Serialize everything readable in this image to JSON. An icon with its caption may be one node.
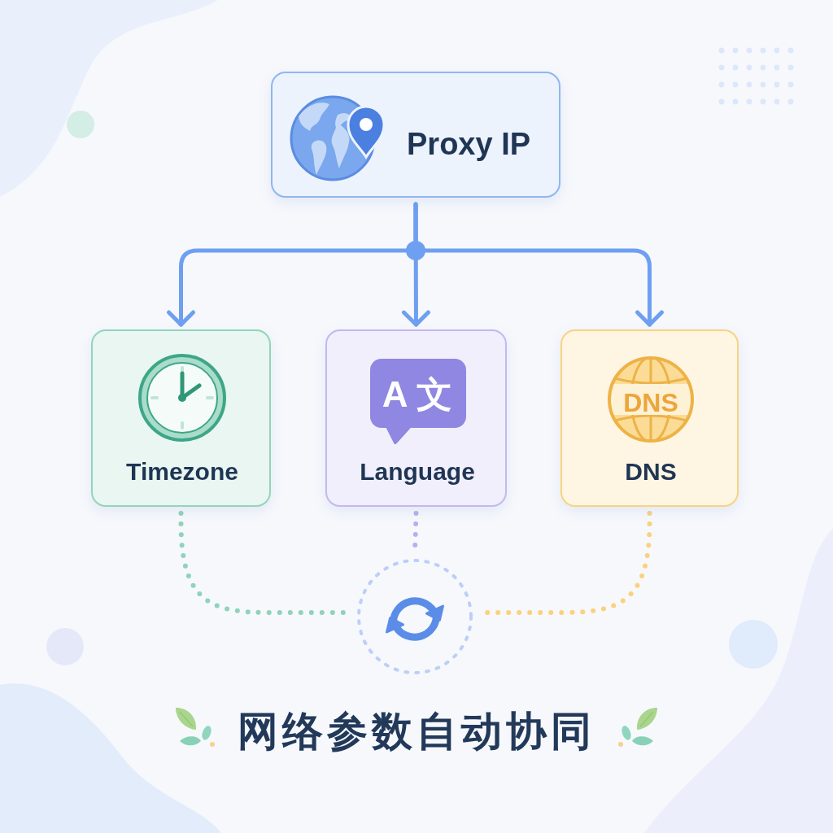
{
  "diagram": {
    "title": "网络参数自动协同",
    "nodes": [
      {
        "text": [
          "Proxy IP"
        ]
      },
      {
        "text": [
          "Timezone"
        ]
      },
      {
        "text": [
          "A 文",
          "Language"
        ]
      },
      {
        "text": [
          "DNS",
          "DNS"
        ]
      },
      {
        "text": [],
        "shape": "circle"
      }
    ],
    "edges": [
      {
        "from": 0,
        "to": 1,
        "arrow": "to"
      },
      {
        "from": 0,
        "to": 2,
        "arrow": "to"
      },
      {
        "from": 0,
        "to": 3,
        "arrow": "to"
      },
      {
        "from": 1,
        "to": 4,
        "arrow": "none",
        "style": "dashed",
        "color": "#8fd3b9"
      },
      {
        "from": 2,
        "to": 4,
        "arrow": "none",
        "style": "dashed",
        "color": "#b8aef0"
      },
      {
        "from": 3,
        "to": 4,
        "arrow": "none",
        "style": "dashed",
        "color": "#fbd17d"
      }
    ]
  }
}
